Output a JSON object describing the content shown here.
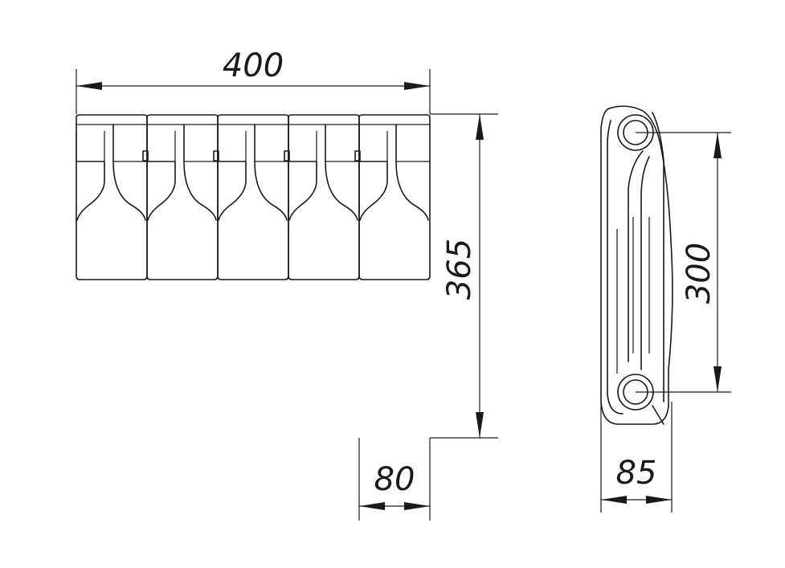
{
  "dimensions": {
    "total_width": "400",
    "height": "365",
    "section_width": "80",
    "axis_distance": "300",
    "depth": "85"
  },
  "sections": 5
}
